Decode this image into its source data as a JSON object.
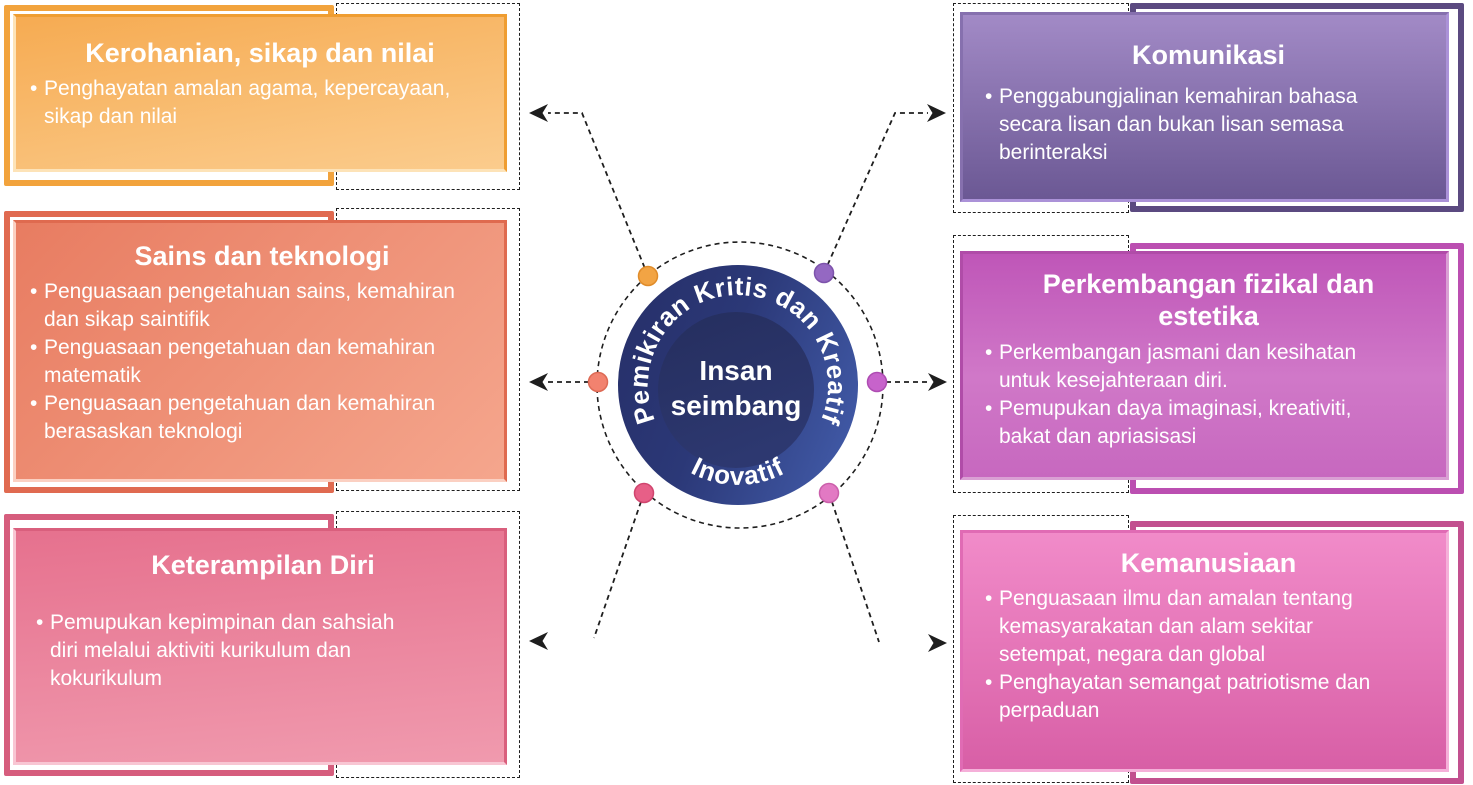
{
  "diagram": {
    "center": {
      "arc_top": "Pemikiran Kritis dan Kreatif",
      "arc_bottom": "Inovatif",
      "core_line1": "Insan",
      "core_line2": "seimbang",
      "ring_color_left": "#27306a",
      "ring_color_right": "#3f57a3",
      "core_color": "#272f5e"
    },
    "boxes": [
      {
        "id": "kerohanian",
        "side": "left",
        "title": "Kerohanian, sikap dan nilai",
        "bullets": [
          "Penghayatan amalan agama, kepercayaan,\nsikap dan nilai"
        ],
        "fill_top": "#f6ab52",
        "fill_bottom": "#fbcc8d",
        "frame_color": "#f2a33c",
        "dot_color": "#f2a444"
      },
      {
        "id": "sains-dan-teknologi",
        "side": "left",
        "title": "Sains dan teknologi",
        "bullets": [
          "Penguasaan pengetahuan sains, kemahiran\ndan sikap saintifik",
          "Penguasaan pengetahuan dan kemahiran\nmatematik",
          "Penguasaan pengetahuan dan kemahiran\nberasaskan teknologi"
        ],
        "fill_top": "#e87c61",
        "fill_bottom": "#f5a68d",
        "frame_color": "#e06a50",
        "dot_color": "#f2826f"
      },
      {
        "id": "keterampilan-diri",
        "side": "left",
        "title": "Keterampilan Diri",
        "bullets": [
          "Pemupukan kepimpinan dan sahsiah\ndiri melalui aktiviti kurikulum dan\nkokurikulum"
        ],
        "fill_top": "#e6718e",
        "fill_bottom": "#f09aae",
        "frame_color": "#d65d7d",
        "dot_color": "#e75f87"
      },
      {
        "id": "komunikasi",
        "side": "right",
        "title": "Komunikasi",
        "bullets": [
          "Penggabungjalinan kemahiran bahasa\nsecara lisan dan bukan lisan semasa\nberinteraksi"
        ],
        "fill_top": "#a28ac6",
        "fill_bottom": "#6b5894",
        "frame_color": "#5b4a80",
        "dot_color": "#9468c2"
      },
      {
        "id": "perkembangan-fizikal-dan-estetika",
        "side": "right",
        "title": "Perkembangan fizikal dan\nestetika",
        "bullets": [
          "Perkembangan jasmani dan kesihatan\nuntuk kesejahteraan diri.",
          "Pemupukan daya imaginasi, kreativiti,\nbakat dan apriasisasi"
        ],
        "fill_top": "#bf56b8",
        "fill_bottom": "#c768bf",
        "frame_color": "#bb4fb1",
        "dot_color": "#c763cb"
      },
      {
        "id": "kemanusiaan",
        "side": "right",
        "title": "Kemanusiaan",
        "bullets": [
          "Penguasaan ilmu dan amalan tentang\nkemasyarakatan dan alam sekitar\nsetempat, negara dan global",
          "Penghayatan semangat patriotisme dan\nperpaduan"
        ],
        "fill_top": "#f18bc9",
        "fill_bottom": "#d85fa6",
        "frame_color": "#c2508f",
        "dot_color": "#e279c3"
      }
    ]
  }
}
